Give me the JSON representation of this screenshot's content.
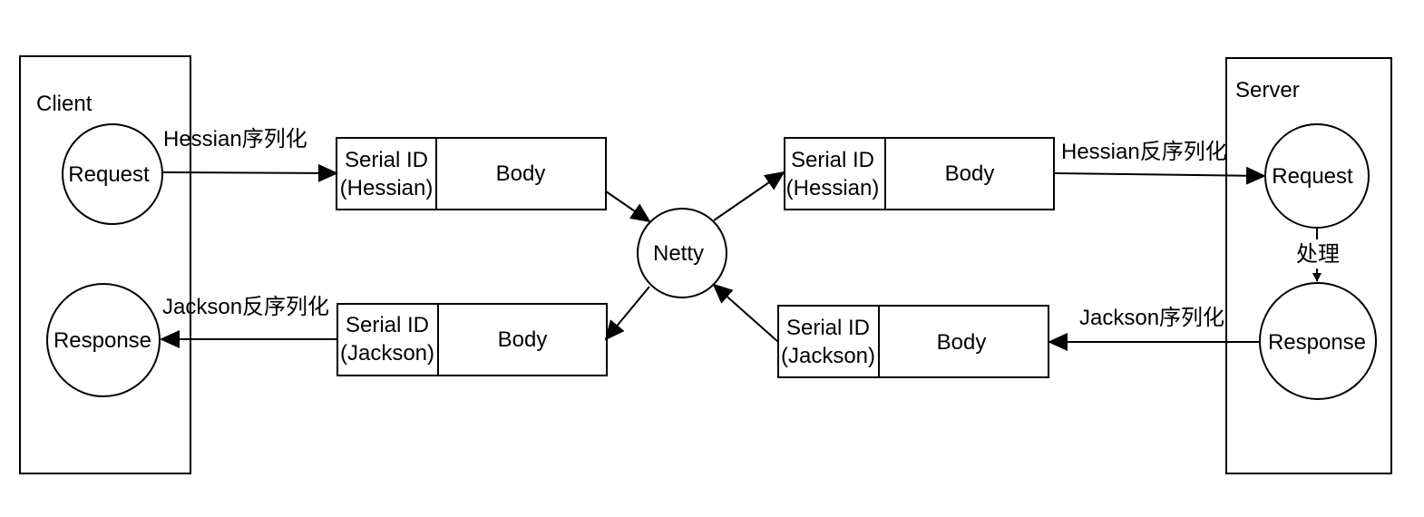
{
  "client": {
    "title": "Client",
    "request": "Request",
    "response": "Response"
  },
  "server": {
    "title": "Server",
    "request": "Request",
    "response": "Response",
    "process_label": "处理"
  },
  "netty": "Netty",
  "edge_labels": {
    "client_serialize": "Hessian序列化",
    "client_deserialize": "Jackson反序列化",
    "server_deserialize": "Hessian反序列化",
    "server_serialize": "Jackson序列化"
  },
  "packets": {
    "client_out": {
      "serial_line1": "Serial ID",
      "serial_line2": "(Hessian)",
      "body": "Body"
    },
    "client_in": {
      "serial_line1": "Serial ID",
      "serial_line2": "(Jackson)",
      "body": "Body"
    },
    "server_in": {
      "serial_line1": "Serial ID",
      "serial_line2": "(Hessian)",
      "body": "Body"
    },
    "server_out": {
      "serial_line1": "Serial ID",
      "serial_line2": "(Jackson)",
      "body": "Body"
    }
  }
}
